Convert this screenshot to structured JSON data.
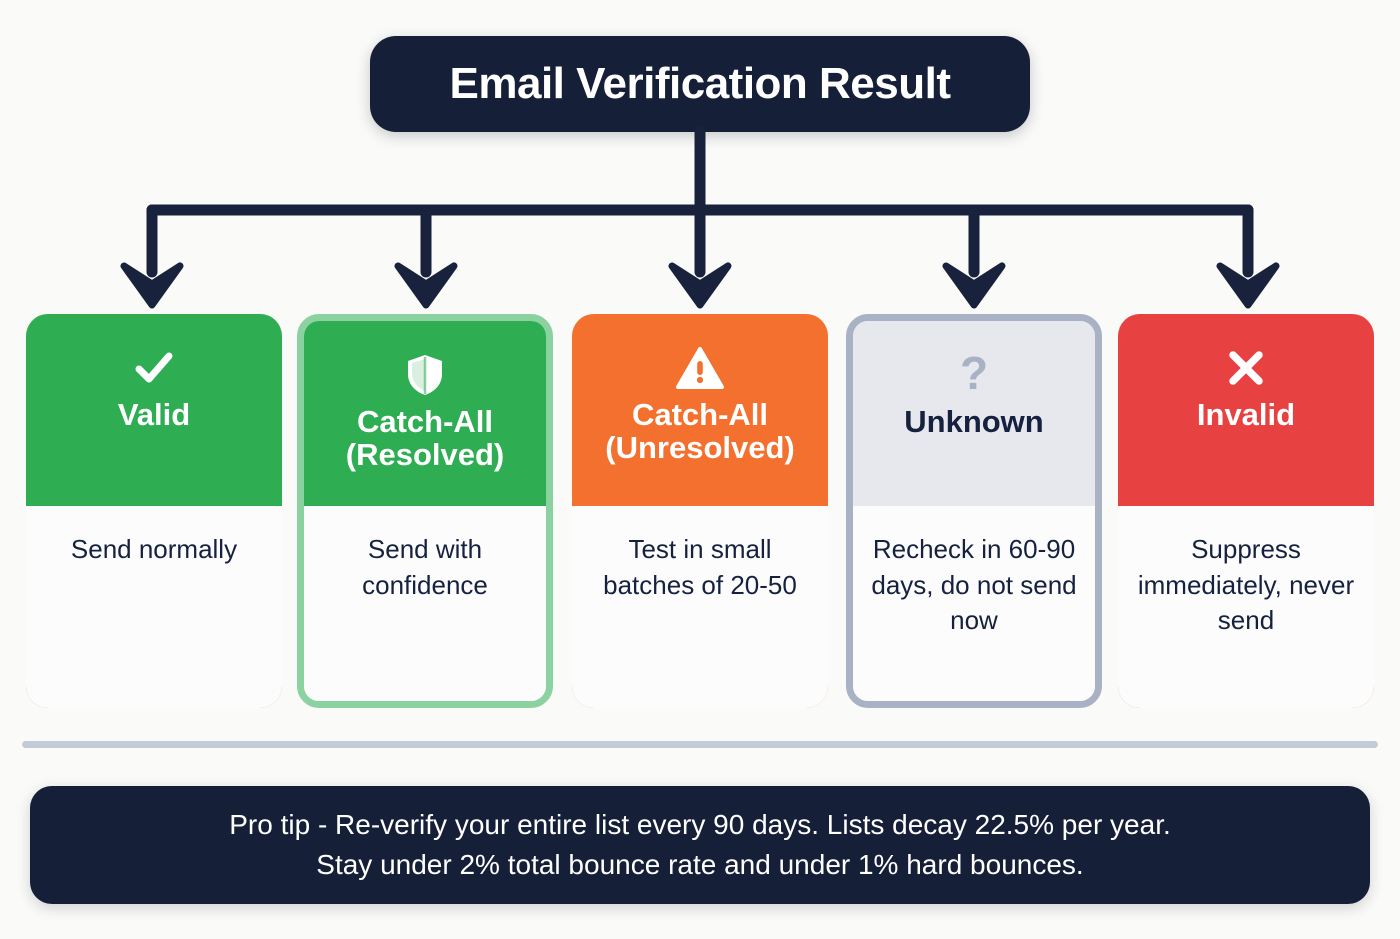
{
  "header": {
    "title": "Email Verification Result"
  },
  "colors": {
    "background": "#fafaf8",
    "navy": "#161f38",
    "connector": "#18223d",
    "green": "#2ead53",
    "green_light_border": "#8bd2a0",
    "orange": "#f4702e",
    "gray_header": "#e6e8ee",
    "gray_border": "#a8b2c4",
    "red": "#e84142",
    "divider": "#c3cbd9",
    "body_text": "#16213f"
  },
  "cards": [
    {
      "id": "valid",
      "icon": "check-icon",
      "label": "Valid",
      "label_lines": [
        "Valid"
      ],
      "description": "Send normally",
      "style": "solid",
      "fill": "#2ead53",
      "label_color": "#ffffff"
    },
    {
      "id": "catch-all-resolved",
      "icon": "shield-icon",
      "label": "Catch-All (Resolved)",
      "label_lines": [
        "Catch-All",
        "(Resolved)"
      ],
      "description": "Send with confidence",
      "style": "framed",
      "fill": "#2ead53",
      "border": "#8bd2a0",
      "label_color": "#ffffff"
    },
    {
      "id": "catch-all-unresolved",
      "icon": "warning-icon",
      "label": "Catch-All (Unresolved)",
      "label_lines": [
        "Catch-All",
        "(Unresolved)"
      ],
      "description": "Test in small batches of 20-50",
      "style": "solid",
      "fill": "#f4702e",
      "label_color": "#ffffff"
    },
    {
      "id": "unknown",
      "icon": "question-icon",
      "label": "Unknown",
      "label_lines": [
        "Unknown"
      ],
      "description": "Recheck in 60-90 days, do not send now",
      "style": "framed",
      "fill": "#e6e8ee",
      "border": "#a8b2c4",
      "label_color": "#16213f"
    },
    {
      "id": "invalid",
      "icon": "close-icon",
      "label": "Invalid",
      "label_lines": [
        "Invalid"
      ],
      "description": "Suppress immediately, never send",
      "style": "solid",
      "fill": "#e84142",
      "label_color": "#ffffff"
    }
  ],
  "footer": {
    "line1": "Pro tip - Re-verify your entire list every 90 days. Lists decay 22.5% per year.",
    "line2": "Stay under 2% total bounce rate and under 1% hard bounces."
  }
}
